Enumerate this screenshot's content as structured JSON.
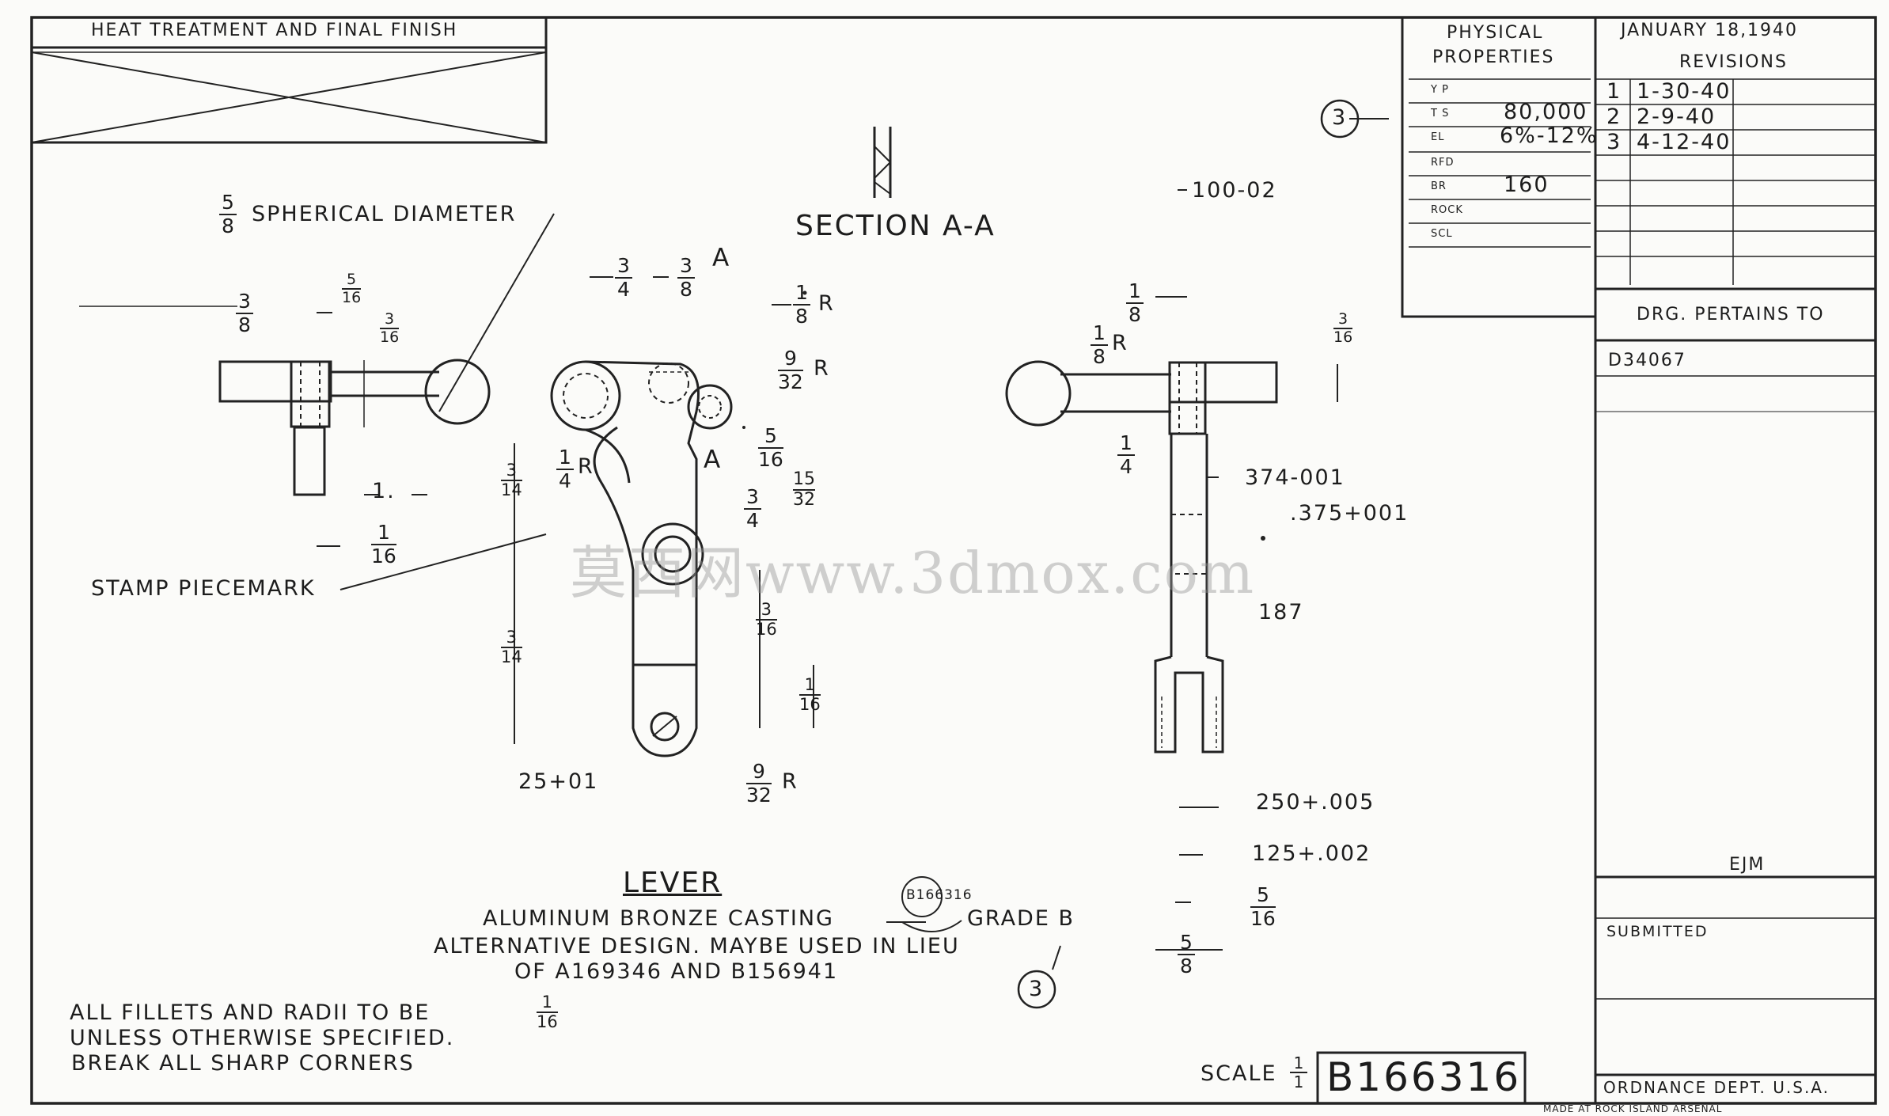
{
  "title_block": {
    "date": "JANUARY 18,1940",
    "revisions_label": "REVISIONS",
    "drawing_number": "B166316",
    "scale_label": "SCALE",
    "scale_num": "1",
    "scale_den": "1",
    "pertains_label": "DRG. PERTAINS TO",
    "pertains_value": "D34067",
    "initials": "EJM",
    "submitted_label": "SUBMITTED",
    "dept": "ORDNANCE DEPT. U.S.A.",
    "made_at": "MADE AT ROCK ISLAND ARSENAL"
  },
  "revisions": [
    {
      "num": "1",
      "date": "1-30-40"
    },
    {
      "num": "2",
      "date": "2-9-40"
    },
    {
      "num": "3",
      "date": "4-12-40"
    }
  ],
  "heat_treatment": {
    "label": "HEAT TREATMENT AND FINAL FINISH"
  },
  "physical_properties": {
    "title_line1": "PHYSICAL",
    "title_line2": "PROPERTIES",
    "rows": [
      {
        "label": "Y P",
        "value": ""
      },
      {
        "label": "T S",
        "value": "80,000"
      },
      {
        "label": "EL",
        "value": "6%-12%"
      },
      {
        "label": "RFD",
        "value": ""
      },
      {
        "label": "BR",
        "value": "160"
      },
      {
        "label": "ROCK",
        "value": ""
      },
      {
        "label": "SCL",
        "value": ""
      }
    ]
  },
  "revision_callout": "3",
  "part": {
    "name": "LEVER",
    "material_line1": "ALUMINUM BRONZE CASTING",
    "callout_number": "B166316",
    "grade": "GRADE B",
    "alt_line1": "ALTERNATIVE DESIGN. MAYBE USED IN LIEU",
    "alt_line2": "OF A169346 AND B156941",
    "revision_mark": "3"
  },
  "notes": {
    "line1": "ALL FILLETS AND RADII TO BE",
    "fillet_num": "1",
    "fillet_den": "16",
    "line2": "UNLESS OTHERWISE SPECIFIED.",
    "line3": "BREAK ALL SHARP CORNERS"
  },
  "annotations": {
    "spherical": "SPHERICAL DIAMETER",
    "stamp": "STAMP PIECEMARK",
    "section": "SECTION A-A",
    "section_marker": "A"
  },
  "dimensions": {
    "frac_5_8": {
      "num": "5",
      "den": "8"
    },
    "frac_3_8": {
      "num": "3",
      "den": "8"
    },
    "frac_3_4": {
      "num": "3",
      "den": "4"
    },
    "frac_1_8": {
      "num": "1",
      "den": "8"
    },
    "frac_9_32": {
      "num": "9",
      "den": "32"
    },
    "frac_1_4": {
      "num": "1",
      "den": "4"
    },
    "frac_5_16": {
      "num": "5",
      "den": "16"
    },
    "frac_15_32": {
      "num": "15",
      "den": "32"
    },
    "frac_1_16": {
      "num": "1",
      "den": "16"
    },
    "frac_3_16": {
      "num": "3",
      "den": "16"
    },
    "frac_3_14": {
      "num": "3",
      "den": "14"
    },
    "frac_5_8b": {
      "num": "5",
      "den": "8"
    },
    "radius": "R",
    "one": "1.",
    "d100": "100-02",
    "d374": "374-001",
    "d375": ".375+001",
    "d187": "187",
    "d250": "250+.005",
    "d125": "125+.002",
    "d25": "25+01"
  },
  "watermark": "莫西网www.3dmox.com"
}
